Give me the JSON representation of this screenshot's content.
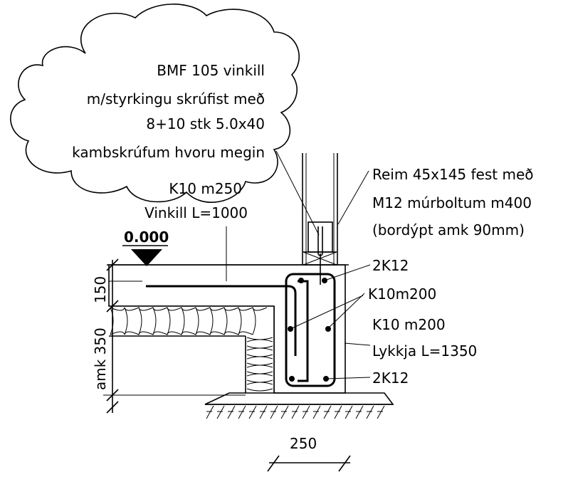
{
  "cloud_note": {
    "lines": [
      "BMF 105 vinkill",
      "m/styrkingu skrúfist með",
      "8+10 stk 5.0x40",
      "kambskrúfum hvoru megin"
    ]
  },
  "slab_reinforcement": {
    "bar": "K10 m250",
    "angle": "Vinkill L=1000"
  },
  "level_marker": "0.000",
  "reim_note": {
    "lines": [
      "Reim 45x145 fest með",
      "M12 múrboltum m400",
      "(bordýpt amk 90mm)"
    ]
  },
  "rebar_labels": {
    "top_bars": "2K12",
    "stirrups_a": "K10m200",
    "stirrups_b": "K10 m200",
    "loop": "Lykkja L=1350",
    "bottom_bars": "2K12"
  },
  "dimensions": {
    "slab_thickness": "150",
    "insulation_depth": "amk 350",
    "footing_width": "250"
  }
}
